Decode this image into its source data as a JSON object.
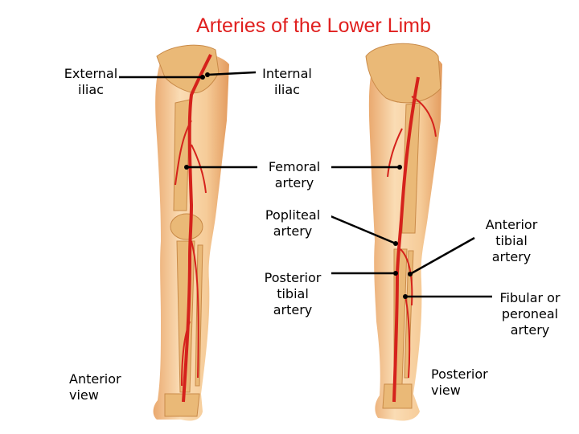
{
  "title": "Arteries of the Lower Limb",
  "labels": {
    "external_iliac": "External\niliac",
    "internal_iliac": "Internal\niliac",
    "femoral": "Femoral\nartery",
    "popliteal": "Popliteal\nartery",
    "posterior_tibial": "Posterior\ntibial\nartery",
    "anterior_tibial": "Anterior\ntibial\nartery",
    "fibular": "Fibular or\nperoneal\nartery",
    "anterior_view": "Anterior\nview",
    "posterior_view": "Posterior\nview"
  },
  "colors": {
    "title": "#e0201f",
    "skin": "#f6cfa0",
    "bone": "#eab977",
    "artery": "#d5221c",
    "leader": "#000000"
  }
}
